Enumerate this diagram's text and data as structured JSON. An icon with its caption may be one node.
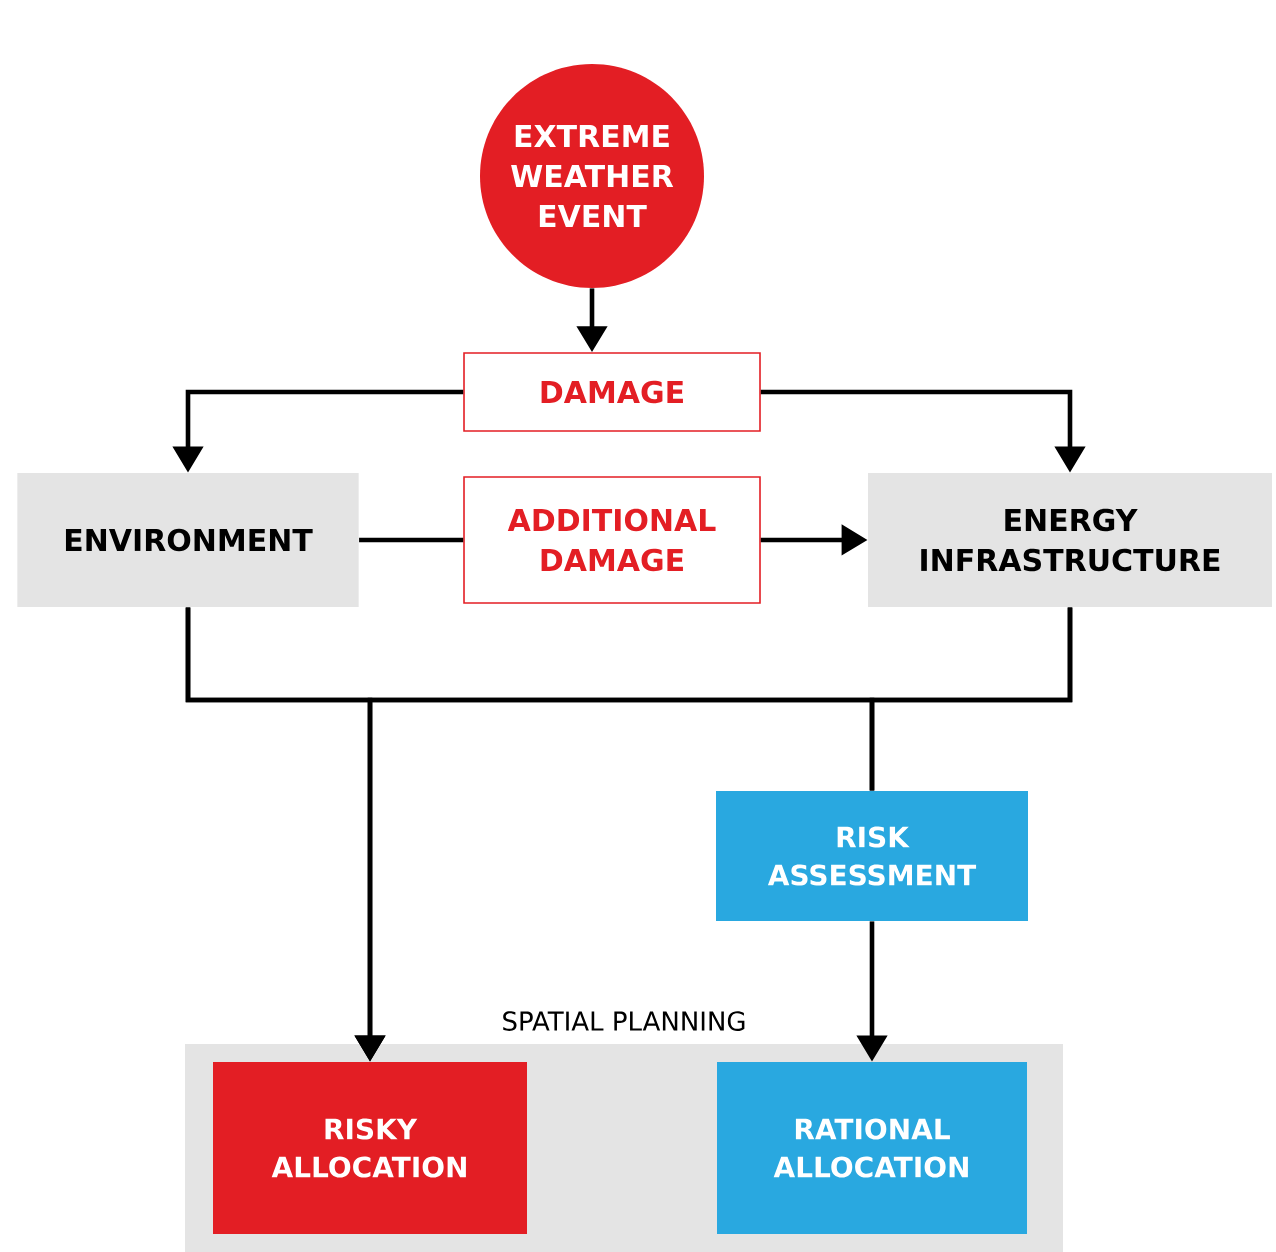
{
  "diagram": {
    "nodes": [
      {
        "text": [
          "EXTREME WEATHER EVENT"
        ]
      },
      {
        "text": [
          "DAMAGE"
        ]
      },
      {
        "text": [
          "ENVIRONMENT"
        ]
      },
      {
        "text": [
          "ADDITIONAL DAMAGE"
        ]
      },
      {
        "text": [
          "ENERGY INFRASTRUCTURE"
        ]
      },
      {
        "text": [
          "RISK ASSESSMENT"
        ]
      },
      {
        "text": [
          "SPATIAL PLANNING"
        ]
      },
      {
        "text": [
          "RISKY ALLOCATION"
        ],
        "in": 6
      },
      {
        "text": [
          "RATIONAL ALLOCATION"
        ],
        "in": 6
      }
    ],
    "edges": [
      {
        "from": 0,
        "to": 1,
        "arrow": "to"
      },
      {
        "from": 1,
        "to": 2,
        "arrow": "to"
      },
      {
        "from": 1,
        "to": 4,
        "arrow": "to"
      },
      {
        "from": 2,
        "to": 3,
        "arrow": "none"
      },
      {
        "from": 3,
        "to": 4,
        "arrow": "to"
      },
      {
        "from": 2,
        "to": 7,
        "arrow": "to"
      },
      {
        "from": 4,
        "to": 7,
        "arrow": "to"
      },
      {
        "from": 2,
        "to": 5,
        "arrow": "none"
      },
      {
        "from": 4,
        "to": 5,
        "arrow": "none"
      },
      {
        "from": 5,
        "to": 8,
        "arrow": "to"
      }
    ]
  }
}
